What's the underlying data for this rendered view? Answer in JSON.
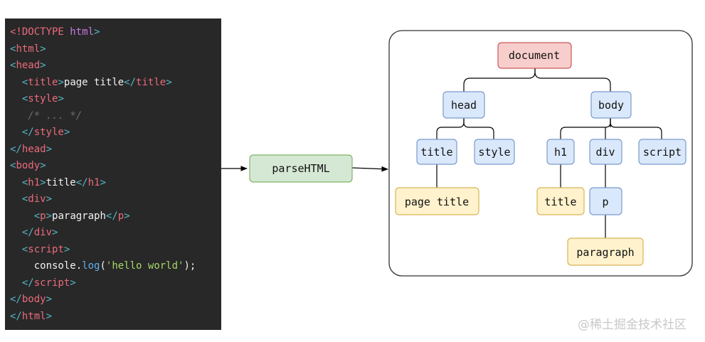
{
  "code_panel": {
    "lines": [
      [
        {
          "t": "<!DOCTYPE ",
          "c": "tag"
        },
        {
          "t": "html",
          "c": "kw"
        },
        {
          "t": ">",
          "c": "br"
        }
      ],
      [
        {
          "t": "<",
          "c": "br"
        },
        {
          "t": "html",
          "c": "tag"
        },
        {
          "t": ">",
          "c": "br"
        }
      ],
      [
        {
          "t": "<",
          "c": "br"
        },
        {
          "t": "head",
          "c": "tag"
        },
        {
          "t": ">",
          "c": "br"
        }
      ],
      [
        {
          "t": "  <",
          "c": "br"
        },
        {
          "t": "title",
          "c": "tag"
        },
        {
          "t": ">",
          "c": "br"
        },
        {
          "t": "page title",
          "c": "pl"
        },
        {
          "t": "</",
          "c": "br"
        },
        {
          "t": "title",
          "c": "tag"
        },
        {
          "t": ">",
          "c": "br"
        }
      ],
      [
        {
          "t": "  <",
          "c": "br"
        },
        {
          "t": "style",
          "c": "tag"
        },
        {
          "t": ">",
          "c": "br"
        }
      ],
      [
        {
          "t": "   /* ... */",
          "c": "cm"
        }
      ],
      [
        {
          "t": "  </",
          "c": "br"
        },
        {
          "t": "style",
          "c": "tag"
        },
        {
          "t": ">",
          "c": "br"
        }
      ],
      [
        {
          "t": "</",
          "c": "br"
        },
        {
          "t": "head",
          "c": "tag"
        },
        {
          "t": ">",
          "c": "br"
        }
      ],
      [
        {
          "t": "<",
          "c": "br"
        },
        {
          "t": "body",
          "c": "tag"
        },
        {
          "t": ">",
          "c": "br"
        }
      ],
      [
        {
          "t": "  <",
          "c": "br"
        },
        {
          "t": "h1",
          "c": "tag"
        },
        {
          "t": ">",
          "c": "br"
        },
        {
          "t": "title",
          "c": "pl"
        },
        {
          "t": "</",
          "c": "br"
        },
        {
          "t": "h1",
          "c": "tag"
        },
        {
          "t": ">",
          "c": "br"
        }
      ],
      [
        {
          "t": "  <",
          "c": "br"
        },
        {
          "t": "div",
          "c": "tag"
        },
        {
          "t": ">",
          "c": "br"
        }
      ],
      [
        {
          "t": "    <",
          "c": "br"
        },
        {
          "t": "p",
          "c": "tag"
        },
        {
          "t": ">",
          "c": "br"
        },
        {
          "t": "paragraph",
          "c": "pl"
        },
        {
          "t": "</",
          "c": "br"
        },
        {
          "t": "p",
          "c": "tag"
        },
        {
          "t": ">",
          "c": "br"
        }
      ],
      [
        {
          "t": "  </",
          "c": "br"
        },
        {
          "t": "div",
          "c": "tag"
        },
        {
          "t": ">",
          "c": "br"
        }
      ],
      [
        {
          "t": "  <",
          "c": "br"
        },
        {
          "t": "script",
          "c": "tag"
        },
        {
          "t": ">",
          "c": "br"
        }
      ],
      [
        {
          "t": "    console.",
          "c": "pl"
        },
        {
          "t": "log",
          "c": "fn"
        },
        {
          "t": "(",
          "c": "pl"
        },
        {
          "t": "'hello world'",
          "c": "str"
        },
        {
          "t": ");",
          "c": "pl"
        }
      ],
      [
        {
          "t": "  </",
          "c": "br"
        },
        {
          "t": "script",
          "c": "tag"
        },
        {
          "t": ">",
          "c": "br"
        }
      ],
      [
        {
          "t": "</",
          "c": "br"
        },
        {
          "t": "body",
          "c": "tag"
        },
        {
          "t": ">",
          "c": "br"
        }
      ],
      [
        {
          "t": "</",
          "c": "br"
        },
        {
          "t": "html",
          "c": "tag"
        },
        {
          "t": ">",
          "c": "br"
        }
      ]
    ]
  },
  "process": {
    "label": "parseHTML"
  },
  "tree": {
    "document": "document",
    "head": "head",
    "body": "body",
    "title": "title",
    "style": "style",
    "h1": "h1",
    "div": "div",
    "script": "script",
    "page_title": "page title",
    "h1_text": "title",
    "p": "p",
    "paragraph": "paragraph"
  },
  "colors": {
    "code_bg": "#282828",
    "root_fill": "#f8cecc",
    "root_stroke": "#c9585a",
    "element_fill": "#dae8fc",
    "element_stroke": "#7a9bc9",
    "text_fill": "#fff2cc",
    "text_stroke": "#d6b656",
    "process_fill": "#d5e8d4",
    "process_stroke": "#82b366"
  },
  "watermark": "@稀土掘金技术社区"
}
